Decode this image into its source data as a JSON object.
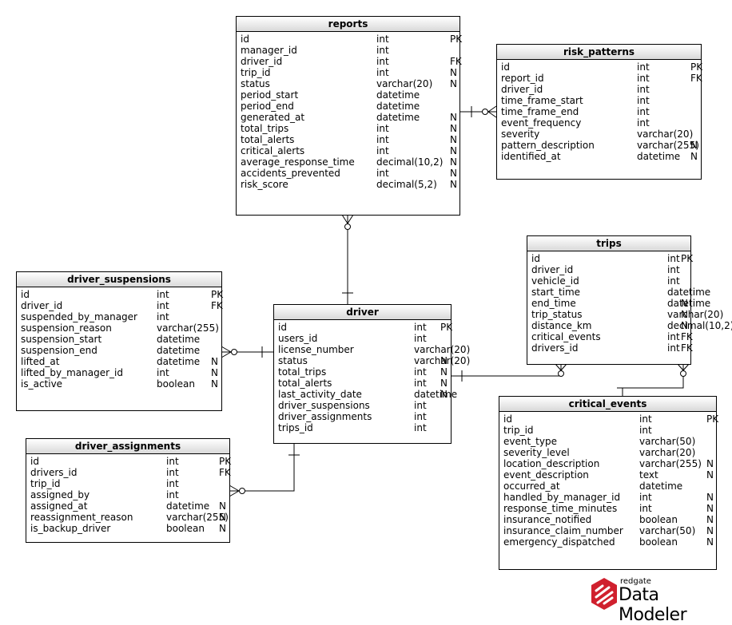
{
  "entities": {
    "reports": {
      "name": "reports",
      "columns": [
        {
          "name": "id",
          "type": "int",
          "flag": "PK"
        },
        {
          "name": "manager_id",
          "type": "int",
          "flag": ""
        },
        {
          "name": "driver_id",
          "type": "int",
          "flag": "FK"
        },
        {
          "name": "trip_id",
          "type": "int",
          "flag": "N"
        },
        {
          "name": "status",
          "type": "varchar(20)",
          "flag": "N"
        },
        {
          "name": "period_start",
          "type": "datetime",
          "flag": ""
        },
        {
          "name": "period_end",
          "type": "datetime",
          "flag": ""
        },
        {
          "name": "generated_at",
          "type": "datetime",
          "flag": "N"
        },
        {
          "name": "total_trips",
          "type": "int",
          "flag": "N"
        },
        {
          "name": "total_alerts",
          "type": "int",
          "flag": "N"
        },
        {
          "name": "critical_alerts",
          "type": "int",
          "flag": "N"
        },
        {
          "name": "average_response_time",
          "type": "decimal(10,2)",
          "flag": "N"
        },
        {
          "name": "accidents_prevented",
          "type": "int",
          "flag": "N"
        },
        {
          "name": "risk_score",
          "type": "decimal(5,2)",
          "flag": "N"
        }
      ]
    },
    "risk_patterns": {
      "name": "risk_patterns",
      "columns": [
        {
          "name": "id",
          "type": "int",
          "flag": "PK"
        },
        {
          "name": "report_id",
          "type": "int",
          "flag": "FK"
        },
        {
          "name": "driver_id",
          "type": "int",
          "flag": ""
        },
        {
          "name": "time_frame_start",
          "type": "int",
          "flag": ""
        },
        {
          "name": "time_frame_end",
          "type": "int",
          "flag": ""
        },
        {
          "name": "event_frequency",
          "type": "int",
          "flag": ""
        },
        {
          "name": "severity",
          "type": "varchar(20)",
          "flag": ""
        },
        {
          "name": "pattern_description",
          "type": "varchar(255)",
          "flag": "N"
        },
        {
          "name": "identified_at",
          "type": "datetime",
          "flag": "N"
        }
      ]
    },
    "trips": {
      "name": "trips",
      "columns": [
        {
          "name": "id",
          "type": "int",
          "flag": "PK"
        },
        {
          "name": "driver_id",
          "type": "int",
          "flag": ""
        },
        {
          "name": "vehicle_id",
          "type": "int",
          "flag": ""
        },
        {
          "name": "start_time",
          "type": "datetime",
          "flag": ""
        },
        {
          "name": "end_time",
          "type": "datetime",
          "flag": "N"
        },
        {
          "name": "trip_status",
          "type": "varchar(20)",
          "flag": "N"
        },
        {
          "name": "distance_km",
          "type": "decimal(10,2)",
          "flag": "N"
        },
        {
          "name": "critical_events",
          "type": "int",
          "flag": "FK"
        },
        {
          "name": "drivers_id",
          "type": "int",
          "flag": "FK"
        }
      ]
    },
    "driver_suspensions": {
      "name": "driver_suspensions",
      "columns": [
        {
          "name": "id",
          "type": "int",
          "flag": "PK"
        },
        {
          "name": "driver_id",
          "type": "int",
          "flag": "FK"
        },
        {
          "name": "suspended_by_manager",
          "type": "int",
          "flag": ""
        },
        {
          "name": "suspension_reason",
          "type": "varchar(255)",
          "flag": ""
        },
        {
          "name": "suspension_start",
          "type": "datetime",
          "flag": ""
        },
        {
          "name": "suspension_end",
          "type": "datetime",
          "flag": ""
        },
        {
          "name": "lifted_at",
          "type": "datetime",
          "flag": "N"
        },
        {
          "name": "lifted_by_manager_id",
          "type": "int",
          "flag": "N"
        },
        {
          "name": "is_active",
          "type": "boolean",
          "flag": "N"
        }
      ]
    },
    "driver": {
      "name": "driver",
      "columns": [
        {
          "name": "id",
          "type": "int",
          "flag": "PK"
        },
        {
          "name": "users_id",
          "type": "int",
          "flag": ""
        },
        {
          "name": "license_number",
          "type": "varchar(20)",
          "flag": ""
        },
        {
          "name": "status",
          "type": "varchar(20)",
          "flag": "N"
        },
        {
          "name": "total_trips",
          "type": "int",
          "flag": "N"
        },
        {
          "name": "total_alerts",
          "type": "int",
          "flag": "N"
        },
        {
          "name": "last_activity_date",
          "type": "datetime",
          "flag": "N"
        },
        {
          "name": "driver_suspensions",
          "type": "int",
          "flag": ""
        },
        {
          "name": "driver_assignments",
          "type": "int",
          "flag": ""
        },
        {
          "name": "trips_id",
          "type": "int",
          "flag": ""
        }
      ]
    },
    "driver_assignments": {
      "name": "driver_assignments",
      "columns": [
        {
          "name": "id",
          "type": "int",
          "flag": "PK"
        },
        {
          "name": "drivers_id",
          "type": "int",
          "flag": "FK"
        },
        {
          "name": "trip_id",
          "type": "int",
          "flag": ""
        },
        {
          "name": "assigned_by",
          "type": "int",
          "flag": ""
        },
        {
          "name": "assigned_at",
          "type": "datetime",
          "flag": "N"
        },
        {
          "name": "reassignment_reason",
          "type": "varchar(255)",
          "flag": "N"
        },
        {
          "name": "is_backup_driver",
          "type": "boolean",
          "flag": "N"
        }
      ]
    },
    "critical_events": {
      "name": "critical_events",
      "columns": [
        {
          "name": "id",
          "type": "int",
          "flag": "PK"
        },
        {
          "name": "trip_id",
          "type": "int",
          "flag": ""
        },
        {
          "name": "event_type",
          "type": "varchar(50)",
          "flag": ""
        },
        {
          "name": "severity_level",
          "type": "varchar(20)",
          "flag": ""
        },
        {
          "name": "location_description",
          "type": "varchar(255)",
          "flag": "N"
        },
        {
          "name": "event_description",
          "type": "text",
          "flag": "N"
        },
        {
          "name": "occurred_at",
          "type": "datetime",
          "flag": ""
        },
        {
          "name": "handled_by_manager_id",
          "type": "int",
          "flag": "N"
        },
        {
          "name": "response_time_minutes",
          "type": "int",
          "flag": "N"
        },
        {
          "name": "insurance_notified",
          "type": "boolean",
          "flag": "N"
        },
        {
          "name": "insurance_claim_number",
          "type": "varchar(50)",
          "flag": "N"
        },
        {
          "name": "emergency_dispatched",
          "type": "boolean",
          "flag": "N"
        }
      ]
    }
  },
  "branding": {
    "company": "redgate",
    "product": "Data Modeler",
    "accent_color": "#d0202e"
  }
}
